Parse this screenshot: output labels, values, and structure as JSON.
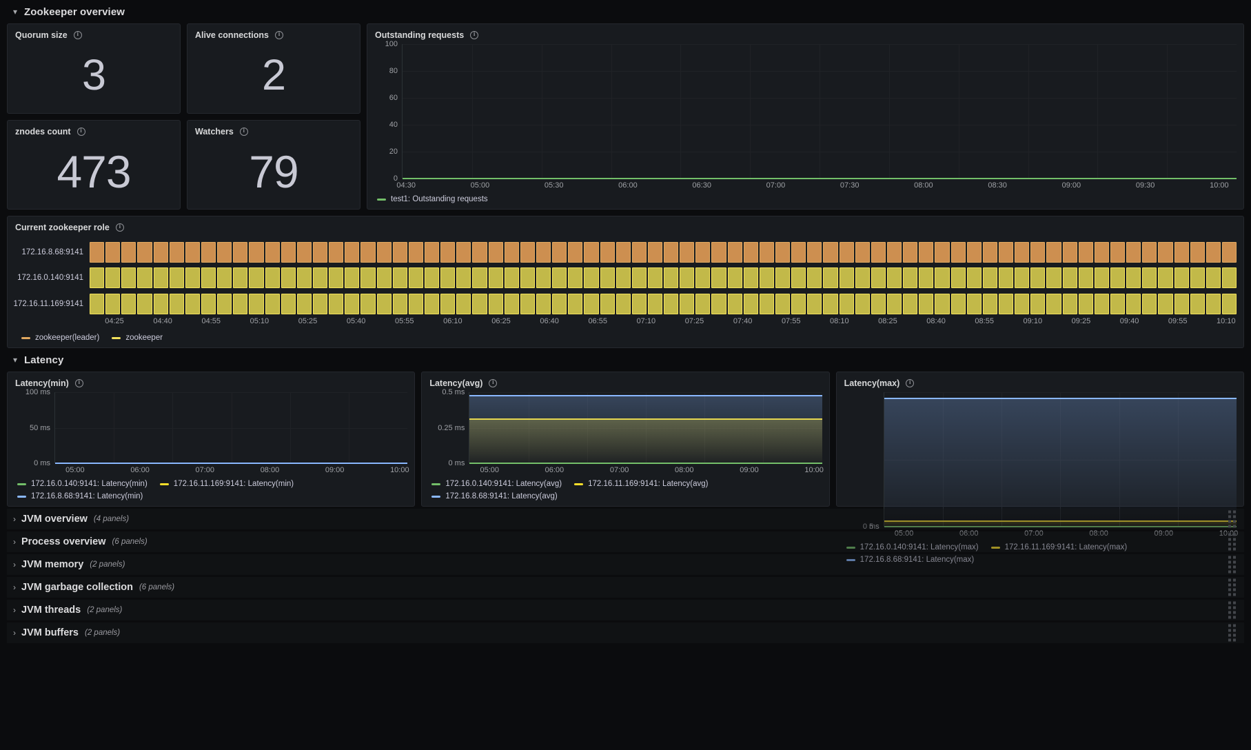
{
  "rows": {
    "zookeeper_overview": {
      "title": "Zookeeper overview",
      "caret": "chevron-down"
    },
    "latency": {
      "title": "Latency",
      "caret": "chevron-down"
    }
  },
  "stats": [
    {
      "title": "Quorum size",
      "value": "3"
    },
    {
      "title": "Alive connections",
      "value": "2"
    },
    {
      "title": "znodes count",
      "value": "473"
    },
    {
      "title": "Watchers",
      "value": "79"
    }
  ],
  "outstanding": {
    "title": "Outstanding requests",
    "yticks": [
      "100",
      "80",
      "60",
      "40",
      "20",
      "0"
    ],
    "xticks": [
      "04:30",
      "05:00",
      "05:30",
      "06:00",
      "06:30",
      "07:00",
      "07:30",
      "08:00",
      "08:30",
      "09:00",
      "09:30",
      "10:00"
    ],
    "legend": [
      {
        "label": "test1: Outstanding requests",
        "color": "#73bf69"
      }
    ]
  },
  "zk_role": {
    "title": "Current zookeeper role",
    "tracks": [
      {
        "label": "172.16.8.68:9141",
        "state": "zookeeper(leader)",
        "color": "#cd8f50",
        "border": "#e0a860"
      },
      {
        "label": "172.16.0.140:9141",
        "state": "zookeeper",
        "color": "#c2b949",
        "border": "#f2e15c"
      },
      {
        "label": "172.16.11.169:9141",
        "state": "zookeeper",
        "color": "#c2b949",
        "border": "#f2e15c"
      }
    ],
    "xticks": [
      "04:25",
      "04:40",
      "04:55",
      "05:10",
      "05:25",
      "05:40",
      "05:55",
      "06:10",
      "06:25",
      "06:40",
      "06:55",
      "07:10",
      "07:25",
      "07:40",
      "07:55",
      "08:10",
      "08:25",
      "08:40",
      "08:55",
      "09:10",
      "09:25",
      "09:40",
      "09:55",
      "10:10"
    ],
    "legend": [
      {
        "label": "zookeeper(leader)",
        "color": "#e0a860"
      },
      {
        "label": "zookeeper",
        "color": "#f2e15c"
      }
    ],
    "cell_count": 72
  },
  "latency_panels": [
    {
      "title": "Latency(min)",
      "yticks": [
        "100 ms",
        "50 ms",
        "0 ms"
      ],
      "xticks": [
        "05:00",
        "06:00",
        "07:00",
        "08:00",
        "09:00",
        "10:00"
      ],
      "legend": [
        {
          "label": "172.16.0.140:9141: Latency(min)",
          "color": "#73bf69"
        },
        {
          "label": "172.16.11.169:9141: Latency(min)",
          "color": "#fade2a"
        },
        {
          "label": "172.16.8.68:9141: Latency(min)",
          "color": "#8ab8ff"
        }
      ]
    },
    {
      "title": "Latency(avg)",
      "yticks": [
        "0.5 ms",
        "0.25 ms",
        "0 ms"
      ],
      "xticks": [
        "05:00",
        "06:00",
        "07:00",
        "08:00",
        "09:00",
        "10:00"
      ],
      "legend": [
        {
          "label": "172.16.0.140:9141: Latency(avg)",
          "color": "#73bf69"
        },
        {
          "label": "172.16.11.169:9141: Latency(avg)",
          "color": "#fade2a"
        },
        {
          "label": "172.16.8.68:9141: Latency(avg)",
          "color": "#8ab8ff"
        }
      ]
    },
    {
      "title": "Latency(max)",
      "yticks": [
        "5 s",
        "0 ms"
      ],
      "xticks": [
        "05:00",
        "06:00",
        "07:00",
        "08:00",
        "09:00",
        "10:00"
      ],
      "legend": [
        {
          "label": "172.16.0.140:9141: Latency(max)",
          "color": "#73bf69"
        },
        {
          "label": "172.16.11.169:9141: Latency(max)",
          "color": "#fade2a"
        },
        {
          "label": "172.16.8.68:9141: Latency(max)",
          "color": "#8ab8ff"
        }
      ]
    }
  ],
  "collapsed_rows": [
    {
      "title": "JVM overview",
      "panels": "(4 panels)"
    },
    {
      "title": "Process overview",
      "panels": "(6 panels)"
    },
    {
      "title": "JVM memory",
      "panels": "(2 panels)"
    },
    {
      "title": "JVM garbage collection",
      "panels": "(6 panels)"
    },
    {
      "title": "JVM threads",
      "panels": "(2 panels)"
    },
    {
      "title": "JVM buffers",
      "panels": "(2 panels)"
    }
  ],
  "chart_data": [
    {
      "type": "line",
      "title": "Outstanding requests",
      "xlabel": "",
      "ylabel": "",
      "ylim": [
        0,
        100
      ],
      "yticks": [
        0,
        20,
        40,
        60,
        80,
        100
      ],
      "x": [
        "04:30",
        "05:00",
        "05:30",
        "06:00",
        "06:30",
        "07:00",
        "07:30",
        "08:00",
        "08:30",
        "09:00",
        "09:30",
        "10:00"
      ],
      "series": [
        {
          "name": "test1: Outstanding requests",
          "color": "#73bf69",
          "constant_value": 0
        }
      ],
      "grid": true,
      "legend_position": "bottom"
    },
    {
      "type": "heatmap",
      "title": "Current zookeeper role",
      "categories": [
        "172.16.8.68:9141",
        "172.16.0.140:9141",
        "172.16.11.169:9141"
      ],
      "states": [
        "zookeeper(leader)",
        "zookeeper",
        "zookeeper"
      ],
      "x": [
        "04:25",
        "04:40",
        "04:55",
        "05:10",
        "05:25",
        "05:40",
        "05:55",
        "06:10",
        "06:25",
        "06:40",
        "06:55",
        "07:10",
        "07:25",
        "07:40",
        "07:55",
        "08:10",
        "08:25",
        "08:40",
        "08:55",
        "09:10",
        "09:25",
        "09:40",
        "09:55",
        "10:10"
      ],
      "legend_position": "bottom"
    },
    {
      "type": "line",
      "title": "Latency(min)",
      "ylim": [
        0,
        100
      ],
      "yticks": [
        0,
        50,
        100
      ],
      "ytick_labels": [
        "0 ms",
        "50 ms",
        "100 ms"
      ],
      "x": [
        "05:00",
        "06:00",
        "07:00",
        "08:00",
        "09:00",
        "10:00"
      ],
      "series": [
        {
          "name": "172.16.0.140:9141: Latency(min)",
          "color": "#73bf69",
          "constant_value": 0
        },
        {
          "name": "172.16.11.169:9141: Latency(min)",
          "color": "#fade2a",
          "constant_value": 0
        },
        {
          "name": "172.16.8.68:9141: Latency(min)",
          "color": "#8ab8ff",
          "constant_value": 0
        }
      ],
      "grid": true,
      "legend_position": "bottom"
    },
    {
      "type": "area",
      "title": "Latency(avg)",
      "ylim": [
        0,
        0.6
      ],
      "yticks": [
        0,
        0.25,
        0.5
      ],
      "ytick_labels": [
        "0 ms",
        "0.25 ms",
        "0.5 ms"
      ],
      "x": [
        "05:00",
        "06:00",
        "07:00",
        "08:00",
        "09:00",
        "10:00"
      ],
      "series": [
        {
          "name": "172.16.0.140:9141: Latency(avg)",
          "color": "#73bf69",
          "constant_value": 0
        },
        {
          "name": "172.16.11.169:9141: Latency(avg)",
          "color": "#fade2a",
          "constant_value": 0.37
        },
        {
          "name": "172.16.8.68:9141: Latency(avg)",
          "color": "#8ab8ff",
          "constant_value": 0.57
        }
      ],
      "grid": true,
      "legend_position": "bottom"
    },
    {
      "type": "area",
      "title": "Latency(max)",
      "ylim": [
        0,
        9
      ],
      "yticks": [
        0,
        5
      ],
      "ytick_labels": [
        "0 ms",
        "5 s"
      ],
      "x": [
        "05:00",
        "06:00",
        "07:00",
        "08:00",
        "09:00",
        "10:00"
      ],
      "series": [
        {
          "name": "172.16.0.140:9141: Latency(max)",
          "color": "#73bf69",
          "constant_value": 0
        },
        {
          "name": "172.16.11.169:9141: Latency(max)",
          "color": "#fade2a",
          "constant_value": 0.4
        },
        {
          "name": "172.16.8.68:9141: Latency(max)",
          "color": "#8ab8ff",
          "constant_value": 8.6
        }
      ],
      "grid": true,
      "legend_position": "bottom"
    }
  ]
}
